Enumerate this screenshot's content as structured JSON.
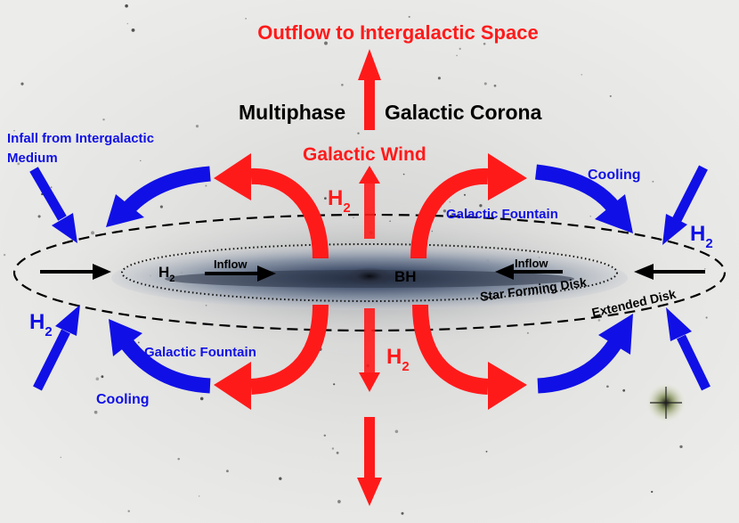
{
  "labels": {
    "outflow": "Outflow to Intergalactic Space",
    "multiphase": "Multiphase",
    "corona": "Galactic Corona",
    "galactic_wind": "Galactic Wind",
    "infall_line1": "Infall from Intergalactic",
    "infall_line2": "Medium",
    "cooling_top_right": "Cooling",
    "cooling_bottom_left": "Cooling",
    "fountain_top_right": "Galactic Fountain",
    "fountain_bottom_left": "Galactic Fountain",
    "inflow_left": "Inflow",
    "inflow_right": "Inflow",
    "black_hole": "BH",
    "star_forming_disk": "Star Forming Disk",
    "extended_disk": "Extended Disk",
    "h2_base": "H",
    "h2_sub": "2"
  },
  "colors": {
    "outflow_red": "#ff1a1a",
    "infall_blue": "#1010e6",
    "inflow_black": "#000000",
    "background": "#e9e9e7"
  }
}
